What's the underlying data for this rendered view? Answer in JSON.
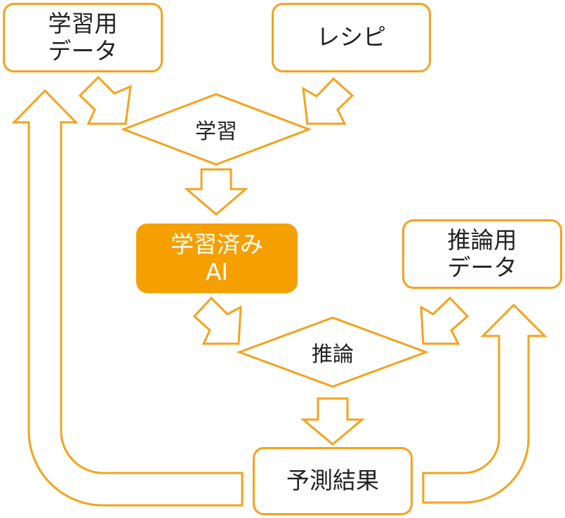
{
  "nodes": {
    "training_data": {
      "line1": "学習用",
      "line2": "データ"
    },
    "recipe": {
      "label": "レシピ"
    },
    "learn": {
      "label": "学習"
    },
    "trained_ai": {
      "line1": "学習済み",
      "line2": "AI"
    },
    "inference_data": {
      "line1": "推論用",
      "line2": "データ"
    },
    "inference": {
      "label": "推論"
    },
    "prediction": {
      "label": "予測結果"
    }
  },
  "colors": {
    "accent": "#F5A21D",
    "filled": "#F5A000",
    "text": "#222222"
  }
}
